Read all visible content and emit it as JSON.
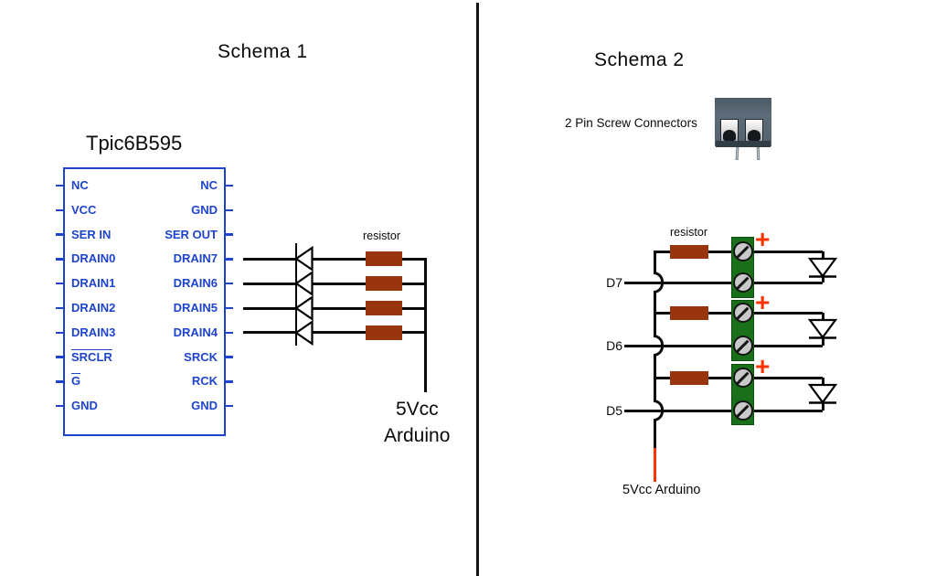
{
  "schema1": {
    "title": "Schema 1",
    "chip": {
      "name": "Tpic6B595",
      "left_pins": [
        "NC",
        "VCC",
        "SER IN",
        "DRAIN0",
        "DRAIN1",
        "DRAIN2",
        "DRAIN3",
        "SRCLR",
        "G",
        "GND"
      ],
      "right_pins": [
        "NC",
        "GND",
        "SER OUT",
        "DRAIN7",
        "DRAIN6",
        "DRAIN5",
        "DRAIN4",
        "SRCK",
        "RCK",
        "GND"
      ],
      "overline_left_pins": [
        7,
        8
      ]
    },
    "resistor_label": "resistor",
    "supply_label_line1": "5Vcc",
    "supply_label_line2": "Arduino",
    "led_count": 4
  },
  "schema2": {
    "title": "Schema 2",
    "connector_caption": "2 Pin Screw Connectors",
    "resistor_label": "resistor",
    "plus_label": "+",
    "channel_labels": [
      "D7",
      "D6",
      "D5"
    ],
    "supply_label": "5Vcc Arduino"
  },
  "colors": {
    "wire": "#0a0a0a",
    "chip_blue": "#1e44cc",
    "resistor_brown": "#98340e",
    "terminal_green": "#1a701a",
    "screw_gray": "#c9c9c9",
    "plus_red": "#ff3300",
    "supply_red_wire": "#ff3300"
  }
}
